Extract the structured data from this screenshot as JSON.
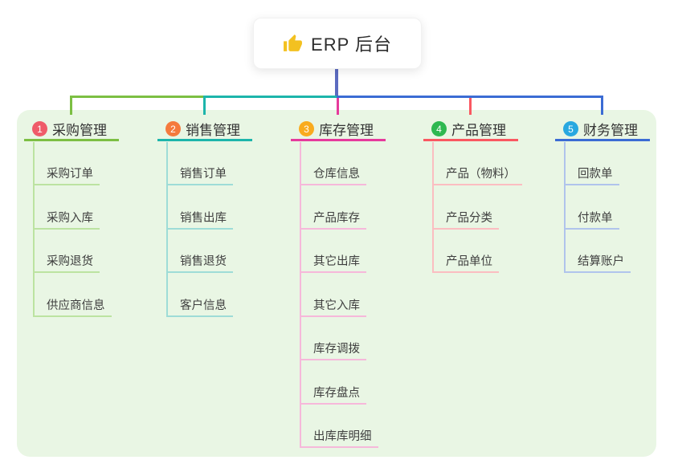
{
  "root": {
    "label": "ERP 后台",
    "icon": "thumbs-up-icon",
    "icon_color": "#f3c120",
    "connector_color": "#5c6bc0"
  },
  "canvas": {
    "background": "#ffffff",
    "panel_background": "#e9f6e4"
  },
  "branches": [
    {
      "num": "1",
      "label": "采购管理",
      "badge_color": "#ef5b69",
      "line_color": "#7cbf43",
      "child_line_color": "#bce3a1",
      "children": [
        "采购订单",
        "采购入库",
        "采购退货",
        "供应商信息"
      ]
    },
    {
      "num": "2",
      "label": "销售管理",
      "badge_color": "#f57a3d",
      "line_color": "#1db5ab",
      "child_line_color": "#9edcd7",
      "children": [
        "销售订单",
        "销售出库",
        "销售退货",
        "客户信息"
      ]
    },
    {
      "num": "3",
      "label": "库存管理",
      "badge_color": "#f9ab1e",
      "line_color": "#e63a9c",
      "child_line_color": "#f6b8da",
      "children": [
        "仓库信息",
        "产品库存",
        "其它出库",
        "其它入库",
        "库存调拨",
        "库存盘点",
        "出库库明细"
      ]
    },
    {
      "num": "4",
      "label": "产品管理",
      "badge_color": "#2eb850",
      "line_color": "#fa5861",
      "child_line_color": "#fbbdc1",
      "children": [
        "产品（物料）",
        "产品分类",
        "产品单位"
      ]
    },
    {
      "num": "5",
      "label": "财务管理",
      "badge_color": "#28a8e0",
      "line_color": "#3b6cd4",
      "child_line_color": "#b0c4ec",
      "children": [
        "回款单",
        "付款单",
        "结算账户"
      ]
    }
  ]
}
